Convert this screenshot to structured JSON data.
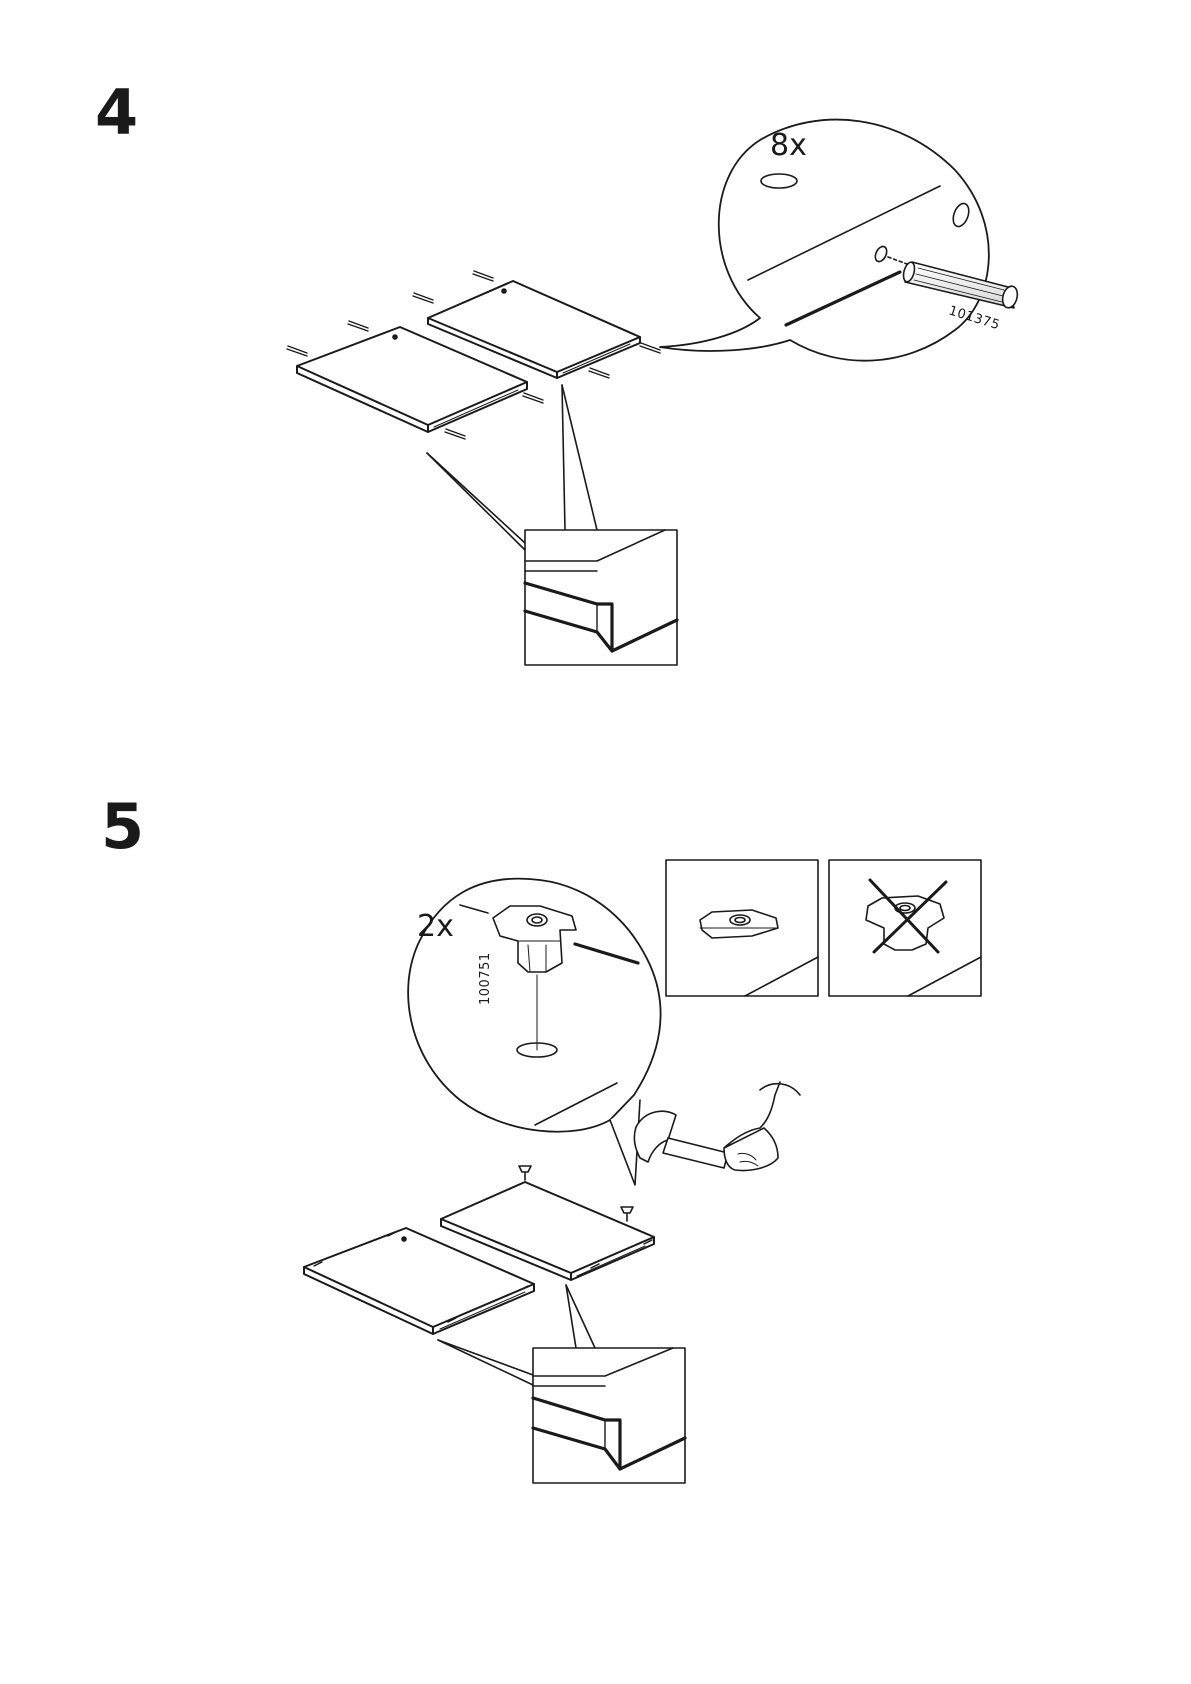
{
  "steps": [
    {
      "number": "4",
      "callout": {
        "quantity": "8x",
        "part_number": "101375",
        "icon": "wooden-dowel-icon"
      },
      "detail_icon": "panel-groove-detail-icon"
    },
    {
      "number": "5",
      "callout": {
        "quantity": "2x",
        "part_number": "100751",
        "icon": "tee-nut-icon"
      },
      "correct_icon": "tee-nut-flat-icon",
      "incorrect_icon": "tee-nut-crossed-icon",
      "tool_icon": "hammer-icon",
      "detail_icon": "panel-groove-detail-icon"
    }
  ],
  "colors": {
    "ink": "#1a1a1a",
    "paper": "#ffffff"
  }
}
